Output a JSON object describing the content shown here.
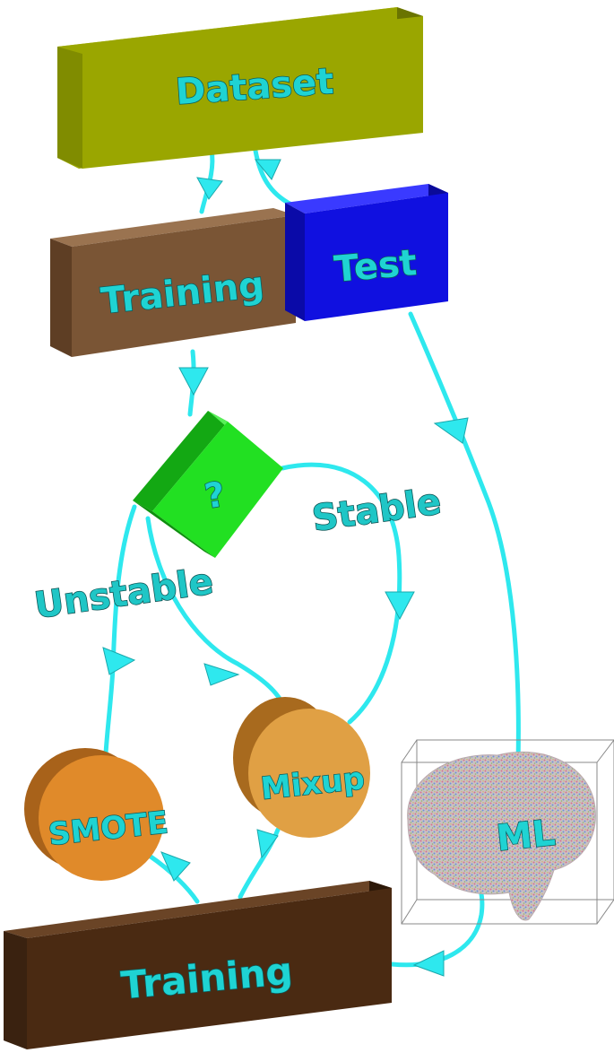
{
  "nodes": {
    "dataset": {
      "label": "Dataset"
    },
    "training_top": {
      "label": "Training"
    },
    "test": {
      "label": "Test"
    },
    "decision": {
      "label": "?"
    },
    "smote": {
      "label": "SMOTE"
    },
    "mixup": {
      "label": "Mixup"
    },
    "ml": {
      "label": "ML"
    },
    "training_bottom": {
      "label": "Training"
    }
  },
  "edge_labels": {
    "stable": "Stable",
    "unstable": "Unstable"
  },
  "colors": {
    "dataset": "#9aa600",
    "training_top": "#7a5535",
    "test": "#1010e0",
    "decision": "#22e022",
    "circles": "#e0992e",
    "training_bottom": "#4a2a12",
    "arrows": "#2ee8ee",
    "text": "#1fd3d3"
  }
}
